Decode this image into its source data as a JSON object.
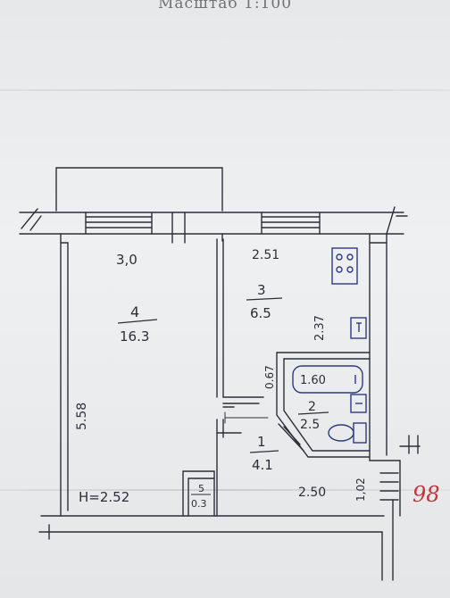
{
  "header": {
    "scale_title": "Масштаб 1:100"
  },
  "labels": {
    "width_room4": "3,0",
    "width_room3": "2.51",
    "room4_number": "4",
    "room4_area": "16.3",
    "room3_number": "3",
    "room3_area": "6.5",
    "height_left": "5.58",
    "length_kitchen": "2.37",
    "wall_short": "0.67",
    "bath_width": "1.60",
    "room2_number": "2",
    "room2_area": "2.5",
    "room1_number": "1",
    "room1_area": "4.1",
    "room5_number": "5",
    "room5_area": "0.3",
    "ceiling_height": "H=2.52",
    "width_hall": "2.50",
    "depth_right": "1,02",
    "page_mark": "98"
  },
  "colors": {
    "ink": "#2b2f3a",
    "fixture": "#2e3a86",
    "red": "#c8323c"
  },
  "icons": [
    "stove-icon",
    "sink-icon",
    "bathtub-icon",
    "toilet-icon"
  ]
}
